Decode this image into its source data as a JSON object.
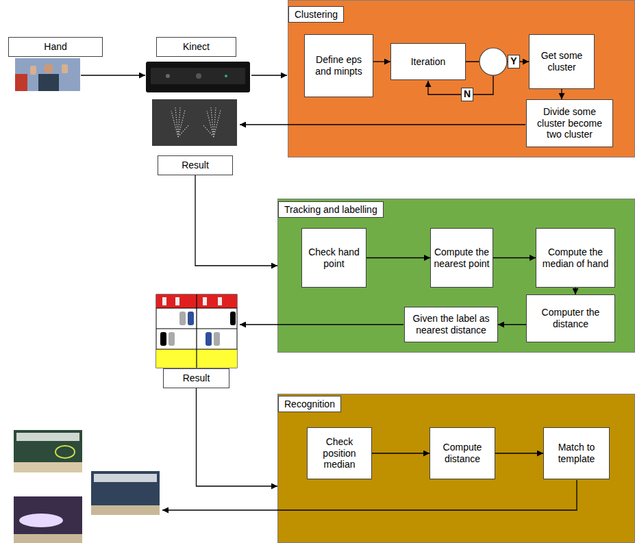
{
  "diagram": {
    "nodes": [
      {
        "text": [
          "Hand"
        ]
      },
      {
        "text": [
          "Kinect"
        ]
      },
      {
        "text": [
          "Clustering"
        ]
      },
      {
        "text": [
          "Define eps and minpts"
        ],
        "in": 2
      },
      {
        "text": [
          "Iteration"
        ],
        "in": 2
      },
      {
        "text": [
          "Get some cluster"
        ],
        "in": 2
      },
      {
        "text": [
          "Divide some cluster become two cluster"
        ],
        "in": 2
      },
      {
        "text": [
          "Result"
        ]
      },
      {
        "text": [
          "Tracking and labelling"
        ]
      },
      {
        "text": [
          "Check hand point"
        ],
        "in": 8
      },
      {
        "text": [
          "Compute the nearest point"
        ],
        "in": 8
      },
      {
        "text": [
          "Compute the median of hand"
        ],
        "in": 8
      },
      {
        "text": [
          "Computer the distance"
        ],
        "in": 8
      },
      {
        "text": [
          "Given the label as nearest distance"
        ],
        "in": 8
      },
      {
        "text": [
          "Result"
        ]
      },
      {
        "text": [
          "Recognition"
        ]
      },
      {
        "text": [
          "Check position median"
        ],
        "in": 15
      },
      {
        "text": [
          "Compute distance"
        ],
        "in": 15
      },
      {
        "text": [
          "Match to template"
        ],
        "in": 15
      }
    ],
    "edges": [
      {
        "from": 3,
        "to": 4,
        "arrow": "to"
      },
      {
        "from": 4,
        "to": 5,
        "label": "Y",
        "arrow": "to"
      },
      {
        "from": 5,
        "to": 6,
        "arrow": "to"
      },
      {
        "from": 7,
        "to": 8,
        "arrow": "to"
      },
      {
        "from": 9,
        "to": 10,
        "arrow": "to"
      },
      {
        "from": 10,
        "to": 11,
        "arrow": "to"
      },
      {
        "from": 11,
        "to": 12,
        "arrow": "to"
      },
      {
        "from": 12,
        "to": 13,
        "arrow": "to"
      },
      {
        "from": 14,
        "to": 15,
        "arrow": "to"
      },
      {
        "from": 16,
        "to": 17,
        "arrow": "to"
      },
      {
        "from": 17,
        "to": 18,
        "arrow": "to"
      }
    ],
    "labels": [
      "N"
    ]
  }
}
